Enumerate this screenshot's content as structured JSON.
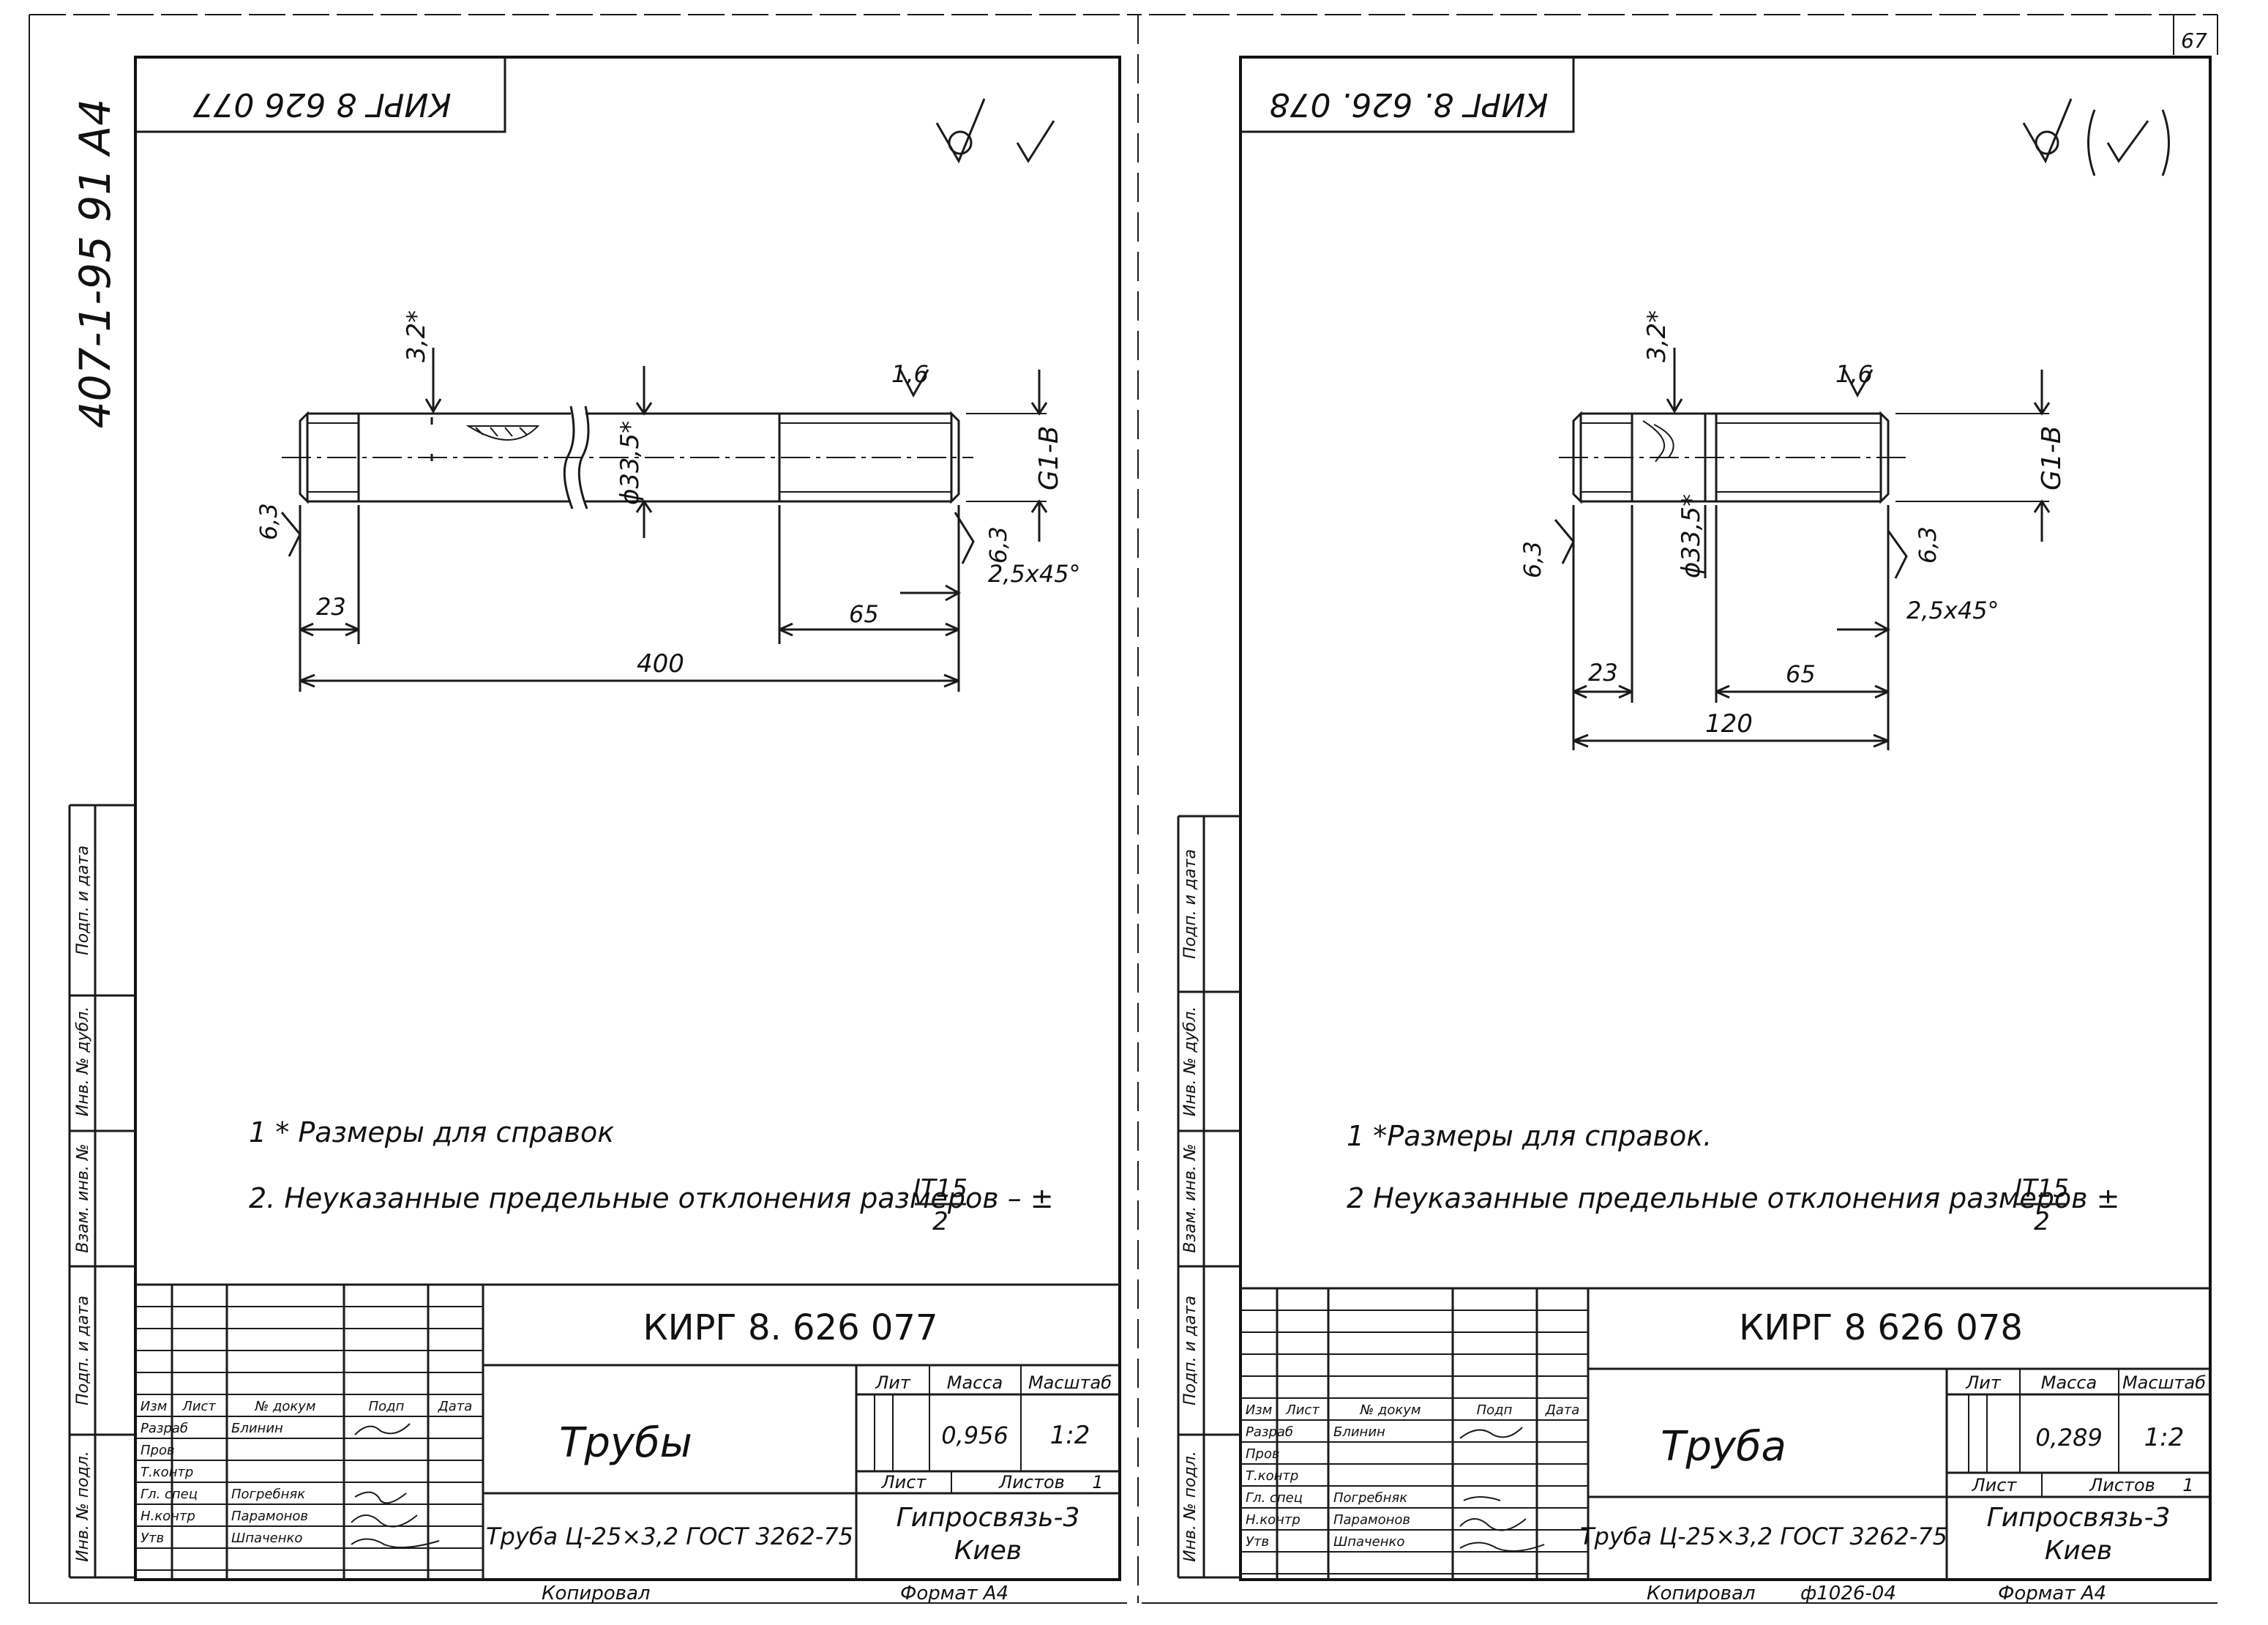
{
  "left_sheet": {
    "designation": "КИРГ 8. 626 077",
    "designation_top_upside": "КИРГ 8 626 077",
    "side_code": "407-1-95 91  А4",
    "roughness_mark": "✓",
    "dims": {
      "d1": "3,2*",
      "d2": "1,6",
      "d3": "ϕ33,5*",
      "d4": "G1-B",
      "d5": "6,3",
      "d6": "6,3",
      "d7": "2,5x45°",
      "d8": "23",
      "d9": "65",
      "d10": "400"
    },
    "note1": "1 * Размеры для справок",
    "note2_text": "2. Неуказанные предельные отклонения размеров – ±",
    "note2_frac_num": "IT15",
    "note2_frac_den": "2",
    "title": "Трубы",
    "material": "Труба Ц-25×3,2 ГОСТ 3262-75",
    "org1": "Гипросвязь-3",
    "org2": "Киев",
    "mass": "0,956",
    "scale": "1:2",
    "sheets": "1",
    "hdr_lit": "Лит",
    "hdr_mass": "Масса",
    "hdr_scale": "Масштаб",
    "hdr_list": "Лист",
    "hdr_sheets": "Листов",
    "rows": [
      "Изм",
      "Лист",
      "№ докум",
      "Подп",
      "Дата"
    ],
    "roles": [
      "Разраб",
      "Пров",
      "Т.контр",
      "Гл. спец",
      "Н.контр",
      "Утв"
    ],
    "names": [
      "Блинин",
      "",
      "",
      "Погребняк",
      "Парамонов",
      "Шпаченко"
    ],
    "copied": "Копировал",
    "format": "Формат А4",
    "side_labels": [
      "Подп. и дата",
      "Инв. № дубл.",
      "Взам. инв. №",
      "Подп. и дата",
      "Инв. № подл."
    ]
  },
  "right_sheet": {
    "designation": "КИРГ 8 626 078",
    "designation_top_upside": "КИРГ 8. 626. 078",
    "page_num": "67",
    "roughness_mark": "(✓)",
    "dims": {
      "d1": "3,2*",
      "d2": "1,6",
      "d3": "ϕ33,5*",
      "d4": "G1-B",
      "d5": "6,3",
      "d6": "6,3",
      "d7": "2,5x45°",
      "d8": "23",
      "d9": "65",
      "d10": "120"
    },
    "note1": "1 *Размеры для справок.",
    "note2_text": "2  Неуказанные предельные отклонения размеров  ±",
    "note2_frac_num": "IT15",
    "note2_frac_den": "2",
    "title": "Труба",
    "material": "Труба Ц-25×3,2 ГОСТ 3262-75",
    "org1": "Гипросвязь-3",
    "org2": "Киев",
    "mass": "0,289",
    "scale": "1:2",
    "sheets": "1",
    "hdr_lit": "Лит",
    "hdr_mass": "Масса",
    "hdr_scale": "Масштаб",
    "hdr_list": "Лист",
    "hdr_sheets": "Листов",
    "rows": [
      "Изм",
      "Лист",
      "№ докум",
      "Подп",
      "Дата"
    ],
    "roles": [
      "Разраб",
      "Пров",
      "Т.контр",
      "Гл. спец",
      "Н.контр",
      "Утв"
    ],
    "names": [
      "Блинин",
      "",
      "",
      "Погребняк",
      "Парамонов",
      "Шпаченко"
    ],
    "copied": "Копировал",
    "format_code": "ф1026-04",
    "format": "Формат А4",
    "side_labels": [
      "Подп. и дата",
      "Инв. № дубл.",
      "Взам. инв. №",
      "Подп. и дата",
      "Инв. № подл."
    ]
  }
}
